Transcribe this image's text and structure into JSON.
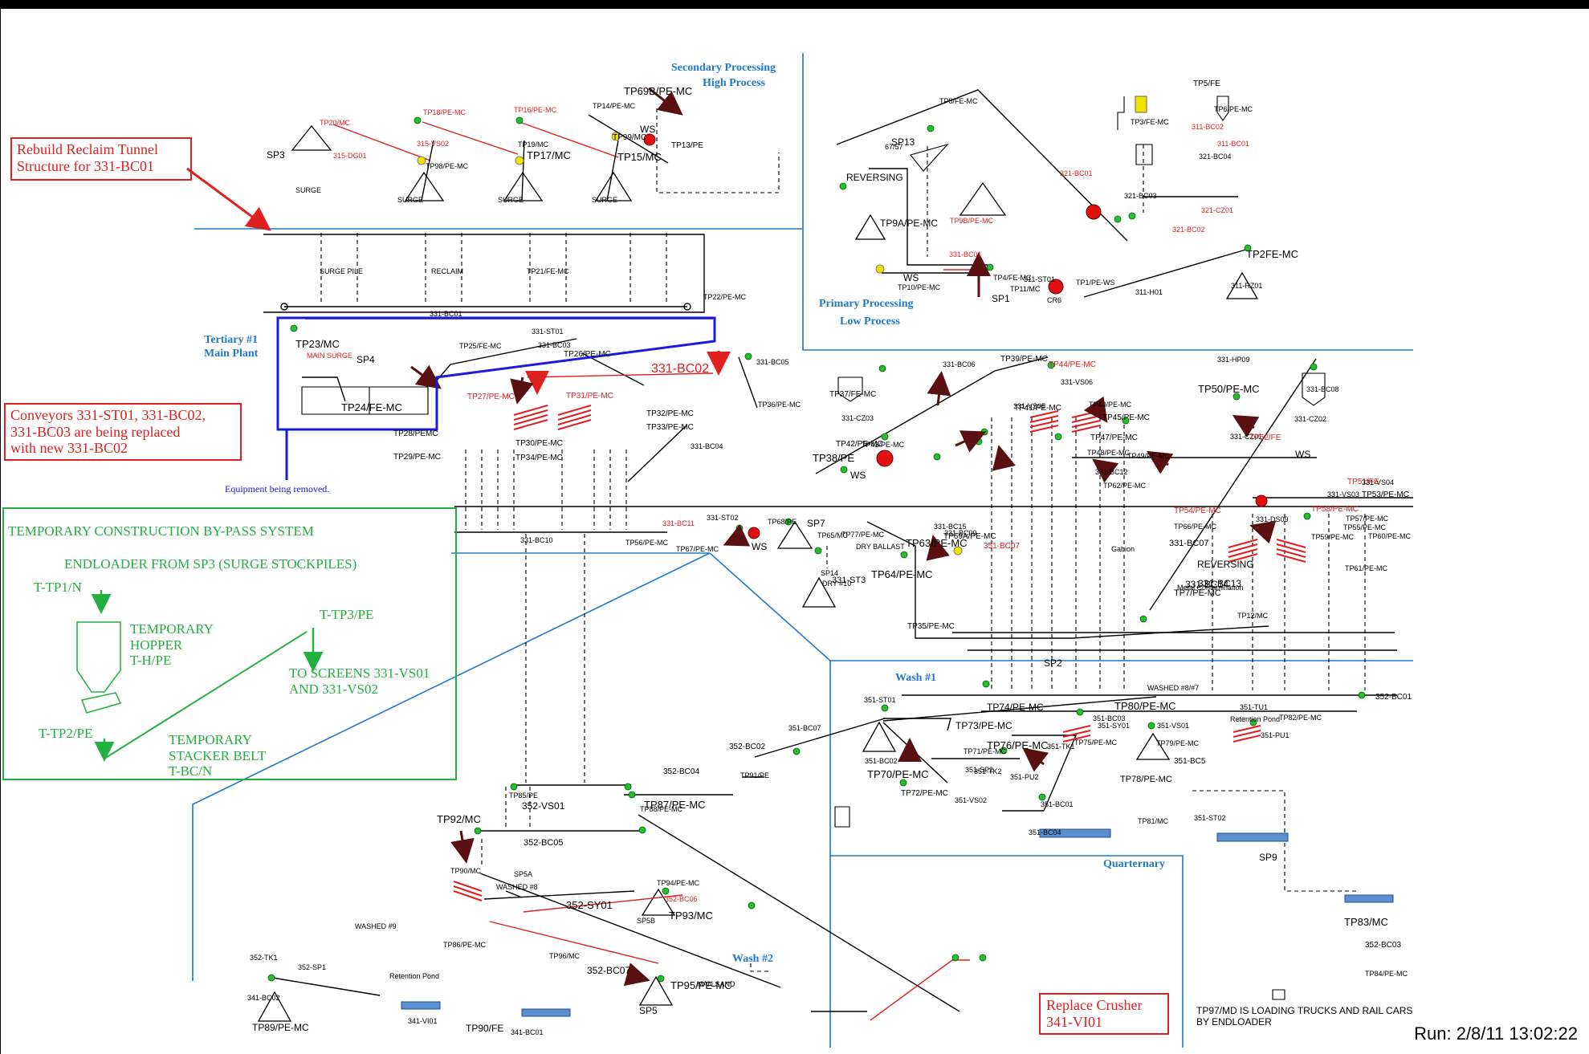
{
  "callouts": {
    "reclaim": [
      "Rebuild Reclaim Tunnel",
      "Structure for 331-BC01"
    ],
    "conveyors": [
      "Conveyors 331-ST01, 331-BC02,",
      "331-BC03 are being replaced",
      "with new 331-BC02"
    ],
    "crusher": [
      "Replace Crusher",
      "341-VI01"
    ],
    "equipment_removed": "Equipment being removed."
  },
  "bypass": {
    "title": "TEMPORARY CONSTRUCTION BY-PASS SYSTEM",
    "endloader": "ENDLOADER FROM SP3 (SURGE STOCKPILES)",
    "tp1": "T-TP1/N",
    "hopper": [
      "TEMPORARY",
      "HOPPER",
      "T-H/PE"
    ],
    "tp3": "T-TP3/PE",
    "screens": [
      "TO SCREENS 331-VS01",
      "AND 331-VS02"
    ],
    "tp2": "T-TP2/PE",
    "stacker": [
      "TEMPORARY",
      "STACKER BELT",
      "T-BC/N"
    ]
  },
  "areas": {
    "secondary": [
      "Secondary Processing",
      "High Process"
    ],
    "primary": [
      "Primary Processing",
      "Low Process"
    ],
    "tertiary": [
      "Tertiary #1",
      "Main Plant"
    ],
    "wash1": "Wash #1",
    "wash2": "Wash #2",
    "quaternary": "Quarternary"
  },
  "labels": [
    {
      "t": "SP3",
      "c": "k",
      "s": 12
    },
    {
      "t": "SURGE",
      "c": "k",
      "s": 9
    },
    {
      "t": "SURGE",
      "c": "k",
      "s": 9
    },
    {
      "t": "SURGE",
      "c": "k",
      "s": 9
    },
    {
      "t": "SURGE",
      "c": "k",
      "s": 9
    },
    {
      "t": "TP20/MC",
      "c": "r",
      "s": 9
    },
    {
      "t": "TP18/PE-MC",
      "c": "r",
      "s": 9
    },
    {
      "t": "TP16/PE-MC",
      "c": "r",
      "s": 9
    },
    {
      "t": "TP14/PE-MC",
      "c": "k",
      "s": 9
    },
    {
      "t": "TP17/MC",
      "c": "k",
      "s": 13
    },
    {
      "t": "TP15/MC",
      "c": "k",
      "s": 13
    },
    {
      "t": "TP13/PE",
      "c": "k",
      "s": 10
    },
    {
      "t": "WS",
      "c": "k",
      "s": 12
    },
    {
      "t": "SURGE PILE",
      "c": "k",
      "s": 9
    },
    {
      "t": "RECLAIM",
      "c": "k",
      "s": 9
    },
    {
      "t": "TP21/FE-MC",
      "c": "k",
      "s": 9
    },
    {
      "t": "331-BC01",
      "c": "k",
      "s": 9
    },
    {
      "t": "TP22/PE-MC",
      "c": "k",
      "s": 9
    },
    {
      "t": "TP23/MC",
      "c": "k",
      "s": 13
    },
    {
      "t": "MAIN SURGE",
      "c": "r",
      "s": 9
    },
    {
      "t": "SP4",
      "c": "k",
      "s": 12
    },
    {
      "t": "TP24/FE-MC",
      "c": "k",
      "s": 13
    },
    {
      "t": "331-BC02",
      "c": "r",
      "s": 16
    },
    {
      "t": "TP25/FE-MC",
      "c": "k",
      "s": 9
    },
    {
      "t": "331-ST01",
      "c": "k",
      "s": 9
    },
    {
      "t": "331-BC03",
      "c": "k",
      "s": 9
    },
    {
      "t": "TP26/PE-MC",
      "c": "k",
      "s": 10
    },
    {
      "t": "TP27/PE-MC",
      "c": "r",
      "s": 10
    },
    {
      "t": "TP31/PE-MC",
      "c": "r",
      "s": 10
    },
    {
      "t": "TP28/PEMC",
      "c": "k",
      "s": 10
    },
    {
      "t": "TP29/PE-MC",
      "c": "k",
      "s": 10
    },
    {
      "t": "TP30/PE-MC",
      "c": "k",
      "s": 10
    },
    {
      "t": "TP34/PE-MC",
      "c": "k",
      "s": 10
    },
    {
      "t": "TP32/PE-MC",
      "c": "k",
      "s": 10
    },
    {
      "t": "TP33/PE-MC",
      "c": "k",
      "s": 10
    },
    {
      "t": "331-BC04",
      "c": "k",
      "s": 9
    },
    {
      "t": "331-BC10",
      "c": "k",
      "s": 9
    },
    {
      "t": "TP56/PE-MC",
      "c": "k",
      "s": 9
    },
    {
      "t": "331-BC11",
      "c": "r",
      "s": 9
    },
    {
      "t": "TP67/PE-MC",
      "c": "k",
      "s": 9
    },
    {
      "t": "331-ST02",
      "c": "k",
      "s": 9
    },
    {
      "t": "WS",
      "c": "k",
      "s": 12
    },
    {
      "t": "TP68/PE",
      "c": "k",
      "s": 9
    },
    {
      "t": "SP7",
      "c": "k",
      "s": 12
    },
    {
      "t": "DRY BALLAST",
      "c": "k",
      "s": 9
    },
    {
      "t": "TP65/MC",
      "c": "k",
      "s": 9
    },
    {
      "t": "331-ST3",
      "c": "k",
      "s": 11
    },
    {
      "t": "SP14",
      "c": "k",
      "s": 9
    },
    {
      "t": "DRY #10",
      "c": "k",
      "s": 9
    },
    {
      "t": "TP77/PE-MC",
      "c": "k",
      "s": 9
    },
    {
      "t": "TP64/PE-MC",
      "c": "k",
      "s": 13
    },
    {
      "t": "331-BC15",
      "c": "k",
      "s": 9
    },
    {
      "t": "331-BC09",
      "c": "k",
      "s": 9
    },
    {
      "t": "TP63/PE-MC",
      "c": "k",
      "s": 13
    },
    {
      "t": "TP69A/PE-MC",
      "c": "k",
      "s": 10
    },
    {
      "t": "351-BC07",
      "c": "r",
      "s": 10
    },
    {
      "t": "TP35/PE-MC",
      "c": "k",
      "s": 10
    },
    {
      "t": "331-BC05",
      "c": "k",
      "s": 9
    },
    {
      "t": "TP36/PE-MC",
      "c": "k",
      "s": 9
    },
    {
      "t": "TP37/FE-MC",
      "c": "k",
      "s": 10
    },
    {
      "t": "331-CZ03",
      "c": "k",
      "s": 9
    },
    {
      "t": "TP38/PE",
      "c": "k",
      "s": 13
    },
    {
      "t": "WS",
      "c": "k",
      "s": 12
    },
    {
      "t": "331-BC06",
      "c": "k",
      "s": 9
    },
    {
      "t": "TP39/PE-MC",
      "c": "k",
      "s": 10
    },
    {
      "t": "331-VS06",
      "c": "k",
      "s": 9
    },
    {
      "t": "331-VS05",
      "c": "k",
      "s": 9
    },
    {
      "t": "TP40/PE-MC",
      "c": "k",
      "s": 9
    },
    {
      "t": "TP44/PE-MC",
      "c": "r",
      "s": 10
    },
    {
      "t": "TP41/PE-MC",
      "c": "k",
      "s": 10
    },
    {
      "t": "TP42/PE-MC",
      "c": "k",
      "s": 10
    },
    {
      "t": "TP43/PE-MC",
      "c": "k",
      "s": 9
    },
    {
      "t": "TP45/PE-MC",
      "c": "k",
      "s": 10
    },
    {
      "t": "TP47/PE-MC",
      "c": "k",
      "s": 10
    },
    {
      "t": "TP48/PE-MC",
      "c": "k",
      "s": 9
    },
    {
      "t": "331-BC12",
      "c": "k",
      "s": 9
    },
    {
      "t": "TP49/PE-MC",
      "c": "k",
      "s": 9
    },
    {
      "t": "TP62/PE-MC",
      "c": "k",
      "s": 9
    },
    {
      "t": "331-HP09",
      "c": "k",
      "s": 9
    },
    {
      "t": "TP50/PE-MC",
      "c": "k",
      "s": 13
    },
    {
      "t": "331-BC08",
      "c": "k",
      "s": 9
    },
    {
      "t": "331-CZ02",
      "c": "k",
      "s": 9
    },
    {
      "t": "331-CZ01",
      "c": "k",
      "s": 9
    },
    {
      "t": "WS",
      "c": "k",
      "s": 12
    },
    {
      "t": "TP52/FE",
      "c": "r",
      "s": 10
    },
    {
      "t": "TP51/FE",
      "c": "r",
      "s": 10
    },
    {
      "t": "331-VS03",
      "c": "k",
      "s": 9
    },
    {
      "t": "331-VS04",
      "c": "k",
      "s": 9
    },
    {
      "t": "TP53/PE-MC",
      "c": "k",
      "s": 10
    },
    {
      "t": "TP54/PE-MC",
      "c": "r",
      "s": 10
    },
    {
      "t": "TP58/PE-MC",
      "c": "r",
      "s": 10
    },
    {
      "t": "TP55/PE-MC",
      "c": "k",
      "s": 9
    },
    {
      "t": "TP59/PE-MC",
      "c": "k",
      "s": 9
    },
    {
      "t": "331-DS09",
      "c": "k",
      "s": 9
    },
    {
      "t": "TP57/PE-MC",
      "c": "k",
      "s": 9
    },
    {
      "t": "TP66/PE-MC",
      "c": "k",
      "s": 9
    },
    {
      "t": "TP61/PE-MC",
      "c": "k",
      "s": 9
    },
    {
      "t": "TP60/PE-MC",
      "c": "k",
      "s": 9
    },
    {
      "t": "331-BC07",
      "c": "k",
      "s": 11
    },
    {
      "t": "331-BC13",
      "c": "k",
      "s": 12
    },
    {
      "t": "331-BC14",
      "c": "k",
      "s": 12
    },
    {
      "t": "REVERSING",
      "c": "k",
      "s": 12
    },
    {
      "t": "TP7/PE-MC",
      "c": "k",
      "s": 11
    },
    {
      "t": "TP12/MC",
      "c": "k",
      "s": 9
    },
    {
      "t": "SP2",
      "c": "k",
      "s": 12
    },
    {
      "t": "Gabion",
      "c": "k",
      "s": 9
    },
    {
      "t": "Metal Contamination",
      "c": "k",
      "s": 9
    },
    {
      "t": "TP8/FE-MC",
      "c": "k",
      "s": 9
    },
    {
      "t": "REVERSING",
      "c": "k",
      "s": 12
    },
    {
      "t": "TP9A/PE-MC",
      "c": "k",
      "s": 12
    },
    {
      "t": "TP9B/PE-MC",
      "c": "r",
      "s": 9
    },
    {
      "t": "331-BC01",
      "c": "r",
      "s": 9
    },
    {
      "t": "WS",
      "c": "k",
      "s": 12
    },
    {
      "t": "TP10/PE-MC",
      "c": "k",
      "s": 9
    },
    {
      "t": "311-ST01",
      "c": "k",
      "s": 9
    },
    {
      "t": "TP11/MC",
      "c": "k",
      "s": 9
    },
    {
      "t": "SP1",
      "c": "k",
      "s": 12
    },
    {
      "t": "CR6",
      "c": "k",
      "s": 9
    },
    {
      "t": "TP4/FE-MC",
      "c": "k",
      "s": 9
    },
    {
      "t": "TP1/PE-WS",
      "c": "k",
      "s": 9
    },
    {
      "t": "311-H01",
      "c": "k",
      "s": 9
    },
    {
      "t": "TP2FE-MC",
      "c": "k",
      "s": 13
    },
    {
      "t": "311-RZ01",
      "c": "k",
      "s": 9
    },
    {
      "t": "TP3/FE-MC",
      "c": "k",
      "s": 9
    },
    {
      "t": "TP5/FE",
      "c": "k",
      "s": 10
    },
    {
      "t": "TP6/PE-MC",
      "c": "k",
      "s": 9
    },
    {
      "t": "311-BC02",
      "c": "r",
      "s": 9
    },
    {
      "t": "311-BC01",
      "c": "r",
      "s": 9
    },
    {
      "t": "321-BC04",
      "c": "k",
      "s": 9
    },
    {
      "t": "321-BC03",
      "c": "k",
      "s": 9
    },
    {
      "t": "321-BC02",
      "c": "r",
      "s": 9
    },
    {
      "t": "321-BC01",
      "c": "r",
      "s": 9
    },
    {
      "t": "321-CZ01",
      "c": "r",
      "s": 9
    },
    {
      "t": "315-DG01",
      "c": "r",
      "s": 9
    },
    {
      "t": "315-VS02",
      "c": "r",
      "s": 9
    },
    {
      "t": "TP19/MC",
      "c": "k",
      "s": 9
    },
    {
      "t": "TP99/MC",
      "c": "k",
      "s": 10
    },
    {
      "t": "TP69B/PE-MC",
      "c": "k",
      "s": 13
    },
    {
      "t": "67/57",
      "c": "k",
      "s": 9
    },
    {
      "t": "SP13",
      "c": "k",
      "s": 12
    },
    {
      "t": "TP98/PE-MC",
      "c": "k",
      "s": 9
    },
    {
      "t": "351-ST01",
      "c": "k",
      "s": 9
    },
    {
      "t": "351-BC07",
      "c": "k",
      "s": 9
    },
    {
      "t": "351-BC02",
      "c": "k",
      "s": 9
    },
    {
      "t": "TP70/PE-MC",
      "c": "k",
      "s": 13
    },
    {
      "t": "TP71/PE-MC",
      "c": "k",
      "s": 9
    },
    {
      "t": "TP72/PE-MC",
      "c": "k",
      "s": 10
    },
    {
      "t": "351-VS02",
      "c": "k",
      "s": 9
    },
    {
      "t": "TP73/PE-MC",
      "c": "k",
      "s": 12
    },
    {
      "t": "TP74/PE-MC",
      "c": "k",
      "s": 12
    },
    {
      "t": "351-BC03",
      "c": "k",
      "s": 9
    },
    {
      "t": "351-SY01",
      "c": "k",
      "s": 9
    },
    {
      "t": "TP75/PE-MC",
      "c": "k",
      "s": 9
    },
    {
      "t": "TP76/PE-MC",
      "c": "k",
      "s": 13
    },
    {
      "t": "351-TK1",
      "c": "k",
      "s": 9
    },
    {
      "t": "351-SP2",
      "c": "k",
      "s": 9
    },
    {
      "t": "351-TK2",
      "c": "k",
      "s": 9
    },
    {
      "t": "351-PU2",
      "c": "k",
      "s": 9
    },
    {
      "t": "351-BC01",
      "c": "k",
      "s": 9
    },
    {
      "t": "351-BC04",
      "c": "k",
      "s": 9
    },
    {
      "t": "TP81/MC",
      "c": "k",
      "s": 9
    },
    {
      "t": "351-ST02",
      "c": "k",
      "s": 9
    },
    {
      "t": "SP9",
      "c": "k",
      "s": 12
    },
    {
      "t": "WASHED #8/#7",
      "c": "k",
      "s": 9
    },
    {
      "t": "TP80/PE-MC",
      "c": "k",
      "s": 13
    },
    {
      "t": "351-VS01",
      "c": "k",
      "s": 9
    },
    {
      "t": "TP79/PE-MC",
      "c": "k",
      "s": 9
    },
    {
      "t": "351-BC5",
      "c": "k",
      "s": 10
    },
    {
      "t": "TP78/PE-MC",
      "c": "k",
      "s": 11
    },
    {
      "t": "Retention Pond",
      "c": "k",
      "s": 9
    },
    {
      "t": "351-PU1",
      "c": "k",
      "s": 9
    },
    {
      "t": "351-TU1",
      "c": "k",
      "s": 9
    },
    {
      "t": "TP82/PE-MC",
      "c": "k",
      "s": 9
    },
    {
      "t": "352-BC01",
      "c": "k",
      "s": 10
    },
    {
      "t": "TP83/MC",
      "c": "k",
      "s": 13
    },
    {
      "t": "352-BC03",
      "c": "k",
      "s": 10
    },
    {
      "t": "TP84/PE-MC",
      "c": "k",
      "s": 9
    },
    {
      "t": "352-BC02",
      "c": "k",
      "s": 10
    },
    {
      "t": "TP91/PE",
      "c": "k",
      "s": 9
    },
    {
      "t": "352-BC04",
      "c": "k",
      "s": 10
    },
    {
      "t": "TP85/PE",
      "c": "k",
      "s": 9
    },
    {
      "t": "352-VS01",
      "c": "k",
      "s": 12
    },
    {
      "t": "TP87/PE-MC",
      "c": "k",
      "s": 13
    },
    {
      "t": "TP88/PE-MC",
      "c": "k",
      "s": 9
    },
    {
      "t": "352-BC05",
      "c": "k",
      "s": 11
    },
    {
      "t": "TP92/MC",
      "c": "k",
      "s": 13
    },
    {
      "t": "TP90/MC",
      "c": "k",
      "s": 9
    },
    {
      "t": "SP5A",
      "c": "k",
      "s": 9
    },
    {
      "t": "WASHED #8",
      "c": "k",
      "s": 9
    },
    {
      "t": "352-SY01",
      "c": "k",
      "s": 13
    },
    {
      "t": "TP94/PE-MC",
      "c": "k",
      "s": 9
    },
    {
      "t": "352-BC06",
      "c": "r",
      "s": 9
    },
    {
      "t": "TP93/MC",
      "c": "k",
      "s": 13
    },
    {
      "t": "SP5B",
      "c": "k",
      "s": 9
    },
    {
      "t": "WASHED #9",
      "c": "k",
      "s": 9
    },
    {
      "t": "TP86/PE-MC",
      "c": "k",
      "s": 9
    },
    {
      "t": "TP96/MC",
      "c": "k",
      "s": 9
    },
    {
      "t": "352-BC07",
      "c": "k",
      "s": 12
    },
    {
      "t": "TP95/PE-MC",
      "c": "k",
      "s": 13
    },
    {
      "t": "SP5",
      "c": "k",
      "s": 12
    },
    {
      "t": "MAN SAND",
      "c": "k",
      "s": 9
    },
    {
      "t": "352-TK1",
      "c": "k",
      "s": 9
    },
    {
      "t": "352-SP1",
      "c": "k",
      "s": 9
    },
    {
      "t": "Retention Pond",
      "c": "k",
      "s": 9
    },
    {
      "t": "341-BC02",
      "c": "k",
      "s": 9
    },
    {
      "t": "TP89/PE-MC",
      "c": "k",
      "s": 12
    },
    {
      "t": "341-VI01",
      "c": "k",
      "s": 9
    },
    {
      "t": "TP90/FE",
      "c": "k",
      "s": 12
    },
    {
      "t": "341-BC01",
      "c": "k",
      "s": 9
    }
  ],
  "footer": {
    "note": [
      "TP97/MD IS LOADING TRUCKS AND RAIL CARS",
      "BY ENDLOADER"
    ],
    "run": "Run: 2/8/11 13:02:22"
  },
  "colors": {
    "red": "#e02020",
    "blue": "#1f78c8",
    "green": "#22b040",
    "navy": "#1a1adc",
    "ink": "#000000"
  }
}
